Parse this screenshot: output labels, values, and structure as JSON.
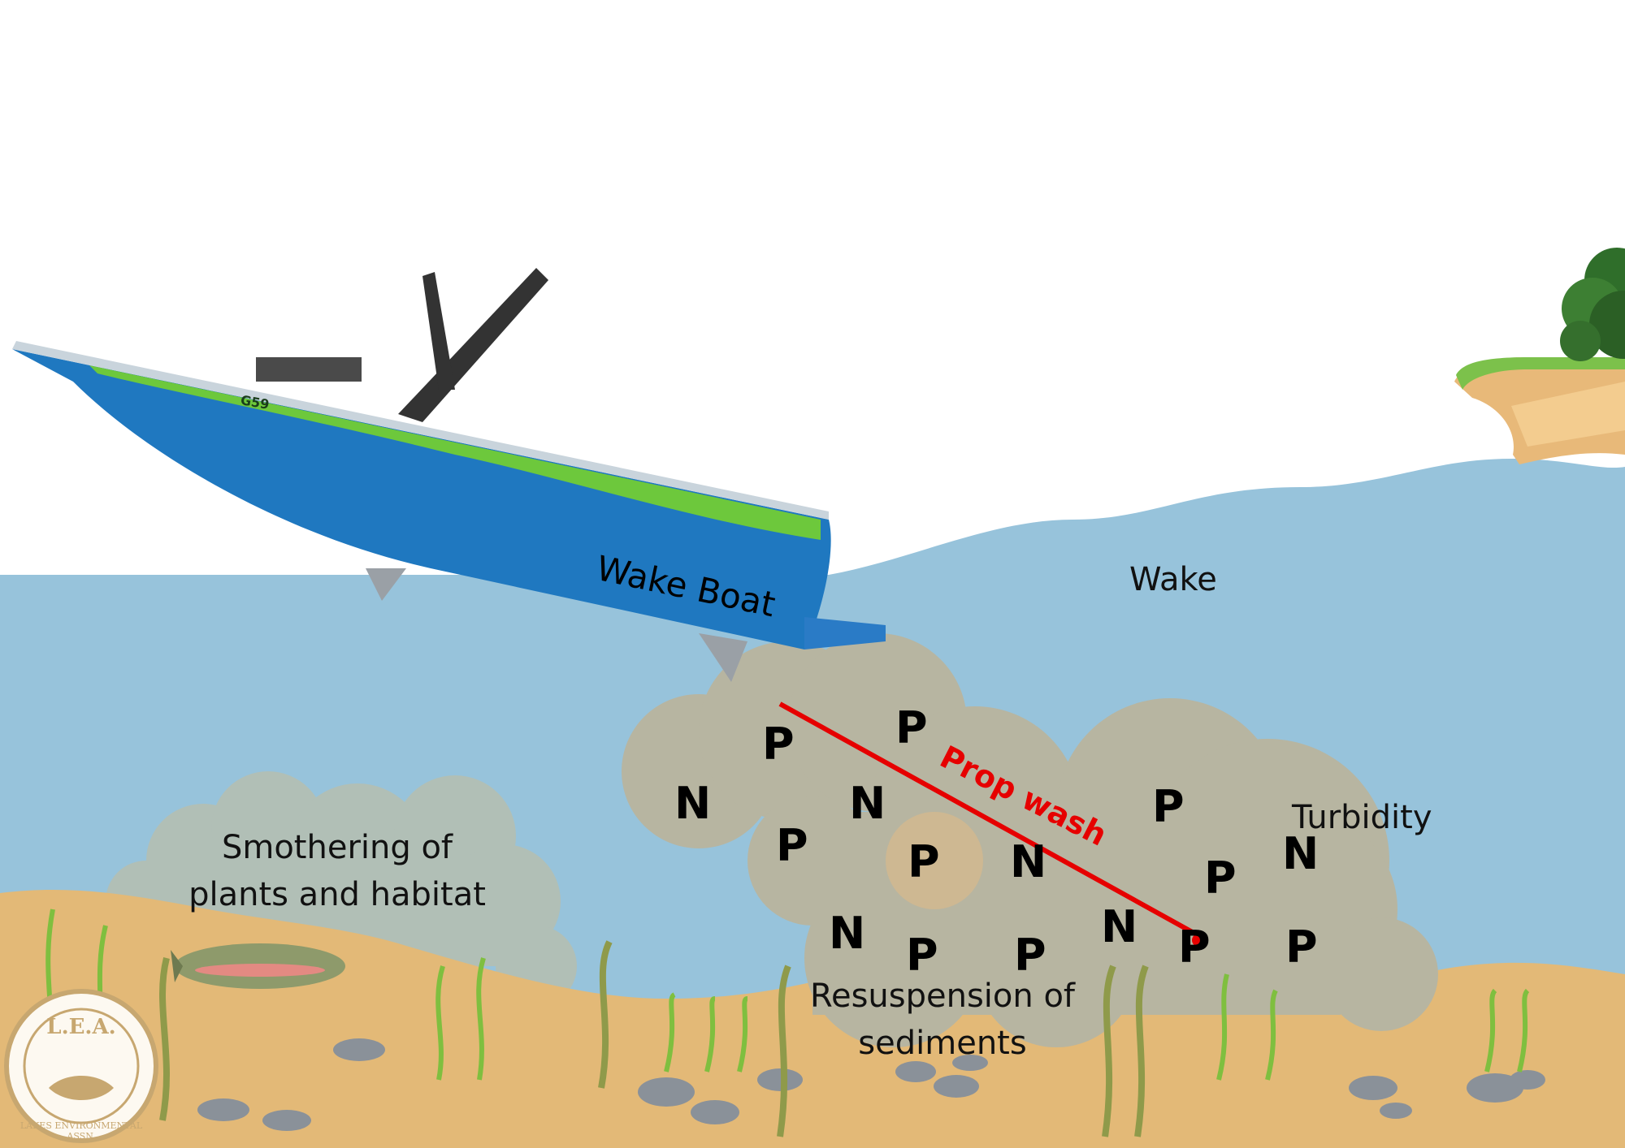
{
  "labels": {
    "wake_boat": "Wake Boat",
    "wake": "Wake",
    "prop_wash": "Prop wash",
    "turbidity": "Turbidity",
    "smothering_line1": "Smothering of",
    "smothering_line2": "plants and habitat",
    "resuspension_line1": "Resuspension of",
    "resuspension_line2": "sediments"
  },
  "nutrients": [
    "P",
    "P",
    "N",
    "N",
    "P",
    "P",
    "N",
    "P",
    "P",
    "N",
    "N",
    "P",
    "P",
    "N",
    "P",
    "P"
  ],
  "boat_hull_text": "G59",
  "logo": {
    "initials": "L.E.A.",
    "ring_text": "LAKES ENVIRONMENTAL ASSN."
  },
  "colors": {
    "water": "#97c3db",
    "sediment_cloud": "#b7b5a1",
    "sand": "#e3b977",
    "prop_wash": "#e60000",
    "boat_hull": "#1f78c0",
    "boat_stripe": "#6dc83c",
    "grass": "#7fbf3f"
  }
}
